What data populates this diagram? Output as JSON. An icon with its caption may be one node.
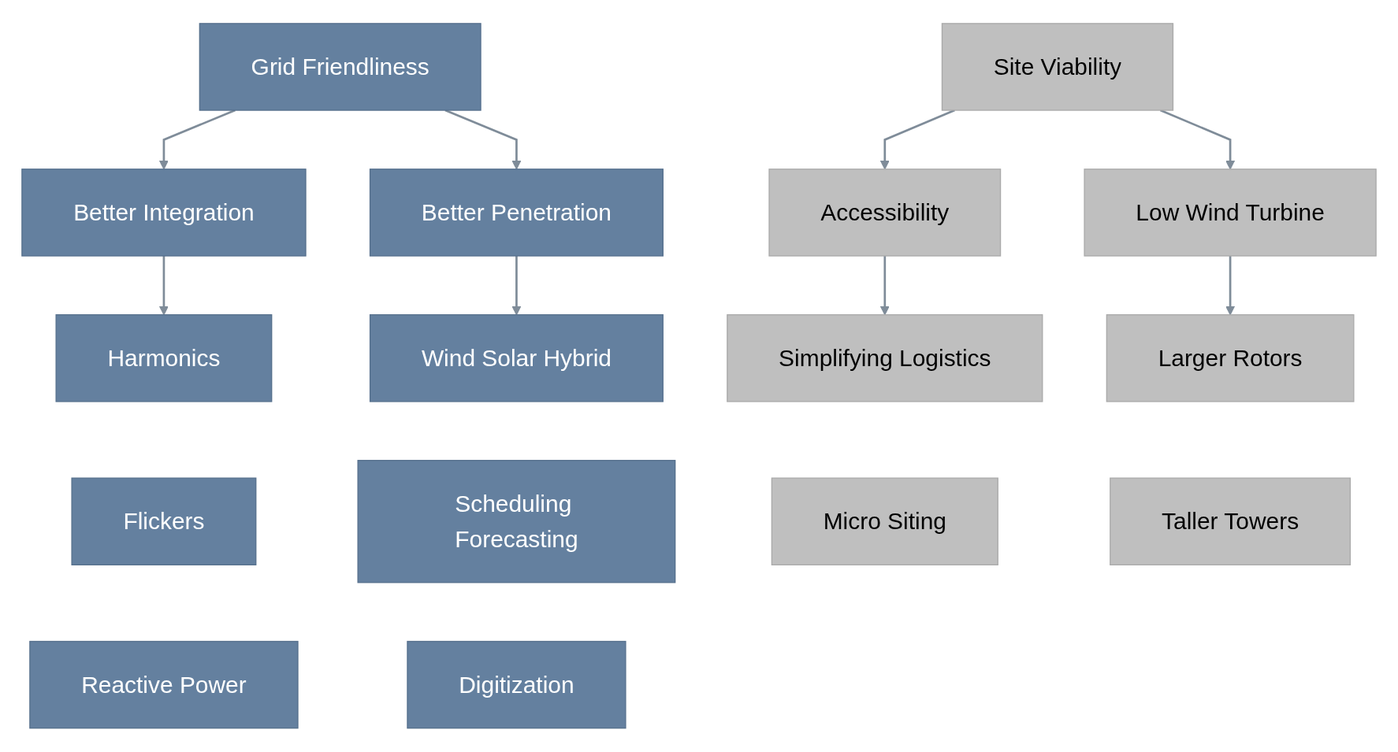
{
  "diagram": {
    "nodes": [
      {
        "text": [
          "Grid Friendliness"
        ]
      },
      {
        "text": [
          "Better Integration"
        ]
      },
      {
        "text": [
          "Better Penetration"
        ]
      },
      {
        "text": [
          "Harmonics"
        ]
      },
      {
        "text": [
          "Wind Solar Hybrid"
        ]
      },
      {
        "text": [
          "Flickers"
        ]
      },
      {
        "text": [
          "Scheduling Forecasting"
        ]
      },
      {
        "text": [
          "Reactive Power"
        ]
      },
      {
        "text": [
          "Digitization"
        ]
      },
      {
        "text": [
          "Site Viability"
        ]
      },
      {
        "text": [
          "Accessibility"
        ]
      },
      {
        "text": [
          "Low Wind Turbine"
        ]
      },
      {
        "text": [
          "Simplifying Logistics"
        ]
      },
      {
        "text": [
          "Larger Rotors"
        ]
      },
      {
        "text": [
          "Micro Siting"
        ]
      },
      {
        "text": [
          "Taller Towers"
        ]
      }
    ],
    "edges": [
      {
        "from": 0,
        "to": 1,
        "arrow": "to"
      },
      {
        "from": 0,
        "to": 2,
        "arrow": "to"
      },
      {
        "from": 1,
        "to": 3,
        "arrow": "to"
      },
      {
        "from": 2,
        "to": 4,
        "arrow": "to"
      },
      {
        "from": 9,
        "to": 10,
        "arrow": "to"
      },
      {
        "from": 9,
        "to": 11,
        "arrow": "to"
      },
      {
        "from": 10,
        "to": 12,
        "arrow": "to"
      },
      {
        "from": 11,
        "to": 13,
        "arrow": "to"
      }
    ]
  }
}
